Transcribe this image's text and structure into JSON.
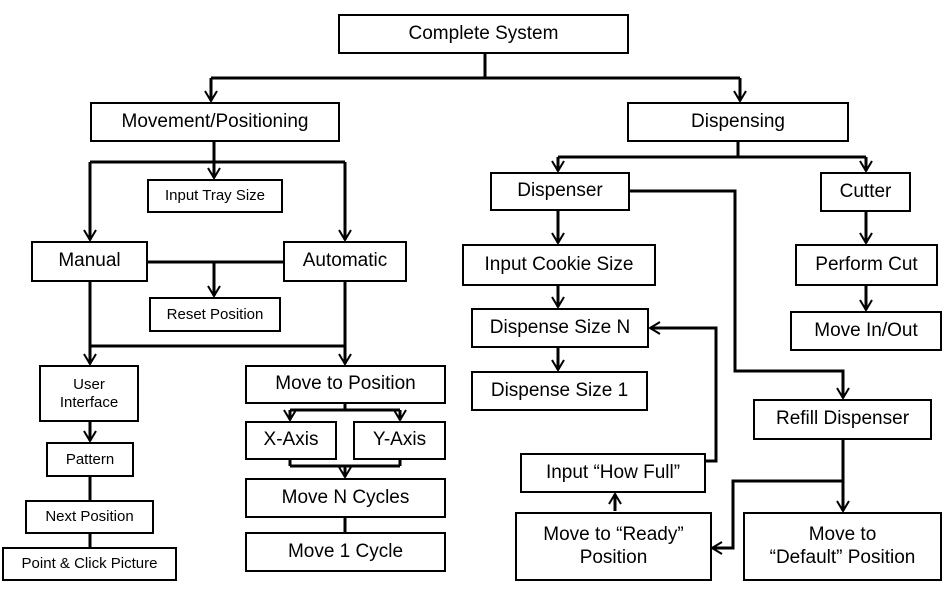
{
  "nodes": {
    "complete_system": "Complete System",
    "movement_positioning": "Movement/Positioning",
    "dispensing": "Dispensing",
    "input_tray_size": "Input Tray Size",
    "dispenser": "Dispenser",
    "cutter": "Cutter",
    "manual": "Manual",
    "automatic": "Automatic",
    "reset_position": "Reset Position",
    "input_cookie_size": "Input Cookie Size",
    "perform_cut": "Perform Cut",
    "dispense_size_n": "Dispense Size N",
    "move_in_out": "Move In/Out",
    "user_interface": "User\nInterface",
    "move_to_position": "Move to Position",
    "dispense_size_1": "Dispense Size 1",
    "refill_dispenser": "Refill Dispenser",
    "x_axis": "X-Axis",
    "y_axis": "Y-Axis",
    "pattern": "Pattern",
    "input_how_full": "Input “How Full”",
    "move_n_cycles": "Move N Cycles",
    "next_position": "Next Position",
    "move_to_ready_position": "Move to “Ready”\nPosition",
    "move_to_default_position": "Move to\n“Default” Position",
    "move_1_cycle": "Move 1 Cycle",
    "point_click_picture": "Point & Click Picture"
  }
}
